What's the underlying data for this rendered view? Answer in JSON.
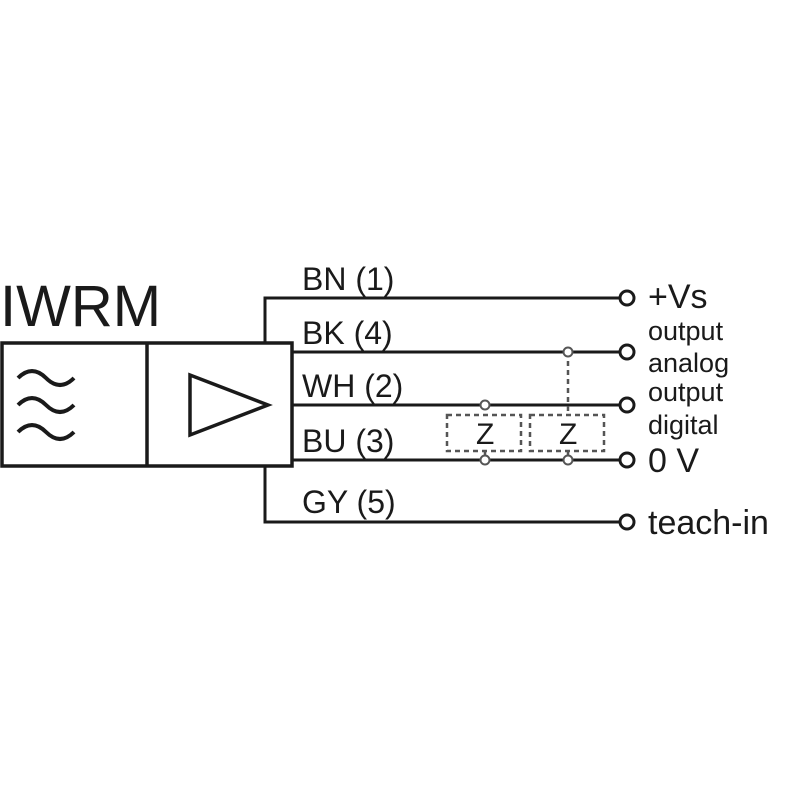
{
  "sensor": {
    "name": "IWRM",
    "wave_symbol": "≈",
    "amplifier_icon": "triangle-amplifier-icon"
  },
  "wires": [
    {
      "label": "BN (1)",
      "terminal": "+Vs"
    },
    {
      "label": "BK (4)",
      "terminal_line1": "output",
      "terminal_line2": "analog"
    },
    {
      "label": "WH (2)",
      "terminal_line1": "output",
      "terminal_line2": "digital"
    },
    {
      "label": "BU (3)",
      "terminal": "0 V"
    },
    {
      "label": "GY (5)",
      "terminal": "teach-in"
    }
  ],
  "loads": [
    {
      "label": "Z"
    },
    {
      "label": "Z"
    }
  ],
  "colors": {
    "line": "#1a1a1a",
    "dashed": "#555555"
  }
}
